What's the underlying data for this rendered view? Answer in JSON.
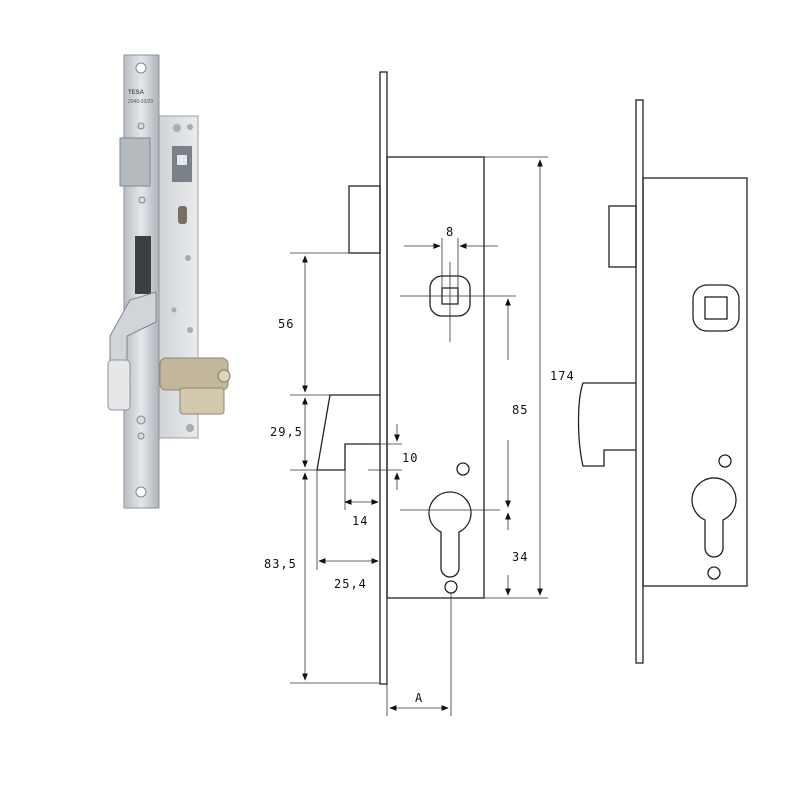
{
  "product": {
    "brand_mark": "TESA",
    "model_mark": "2040-20/20"
  },
  "dimensions": {
    "spindle": "8",
    "backset_spindle": "56",
    "latch_height": "29,5",
    "bolt_gap": "10",
    "cylinder_offset": "83,5",
    "bolt_depth": "14",
    "bolt_throw": "25,4",
    "centre_distance": "85",
    "cylinder_to_bottom": "34",
    "total_height": "174",
    "backset": "A"
  },
  "colors": {
    "line": "#222222",
    "metal": "#c9cdd1"
  }
}
